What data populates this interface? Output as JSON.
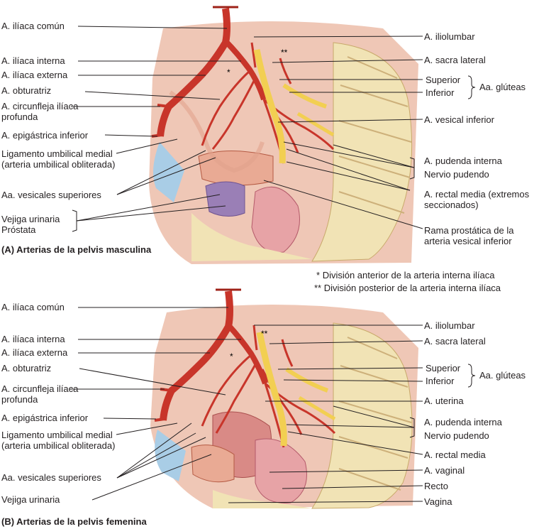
{
  "panel_a": {
    "caption": "(A) Arterias de la pelvis masculina",
    "left_labels": {
      "iliaca_comun": "A. ilíaca común",
      "iliaca_interna": "A. ilíaca interna",
      "iliaca_externa": "A. ilíaca externa",
      "obturatriz": "A. obturatriz",
      "circunfleja": "A. circunfleja ilíaca profunda",
      "epigastrica": "A. epigástrica inferior",
      "ligamento": "Ligamento umbilical medial (arteria umbilical obliterada)",
      "vesicales_sup": "Aa. vesicales superiores",
      "vejiga": "Vejiga urinaria",
      "prostata": "Próstata"
    },
    "right_labels": {
      "iliolumbar": "A. iliolumbar",
      "sacra_lateral": "A. sacra lateral",
      "superior": "Superior",
      "inferior": "Inferior",
      "gluteas": "Aa. glúteas",
      "vesical_inferior": "A. vesical inferior",
      "pudenda_interna": "A. pudenda interna",
      "nervio_pudendo": "Nervio pudendo",
      "rectal_media": "A. rectal media (extremos seccionados)",
      "rama_prostatica": "Rama prostática de la arteria vesical inferior"
    }
  },
  "legend": {
    "single_marker": "*",
    "single_text": "División anterior de la arteria interna ilíaca",
    "double_marker": "**",
    "double_text": "División posterior de la arteria interna ilíaca"
  },
  "panel_b": {
    "caption": "(B) Arterias de la pelvis femenina",
    "left_labels": {
      "iliaca_comun": "A. ilíaca común",
      "iliaca_interna": "A. ilíaca interna",
      "iliaca_externa": "A. ilíaca externa",
      "obturatriz": "A. obturatriz",
      "circunfleja": "A. circunfleja ilíaca profunda",
      "epigastrica": "A. epigástrica inferior",
      "ligamento": "Ligamento umbilical medial (arteria umbilical obliterada)",
      "vesicales_sup": "Aa. vesicales superiores",
      "vejiga": "Vejiga urinaria"
    },
    "right_labels": {
      "iliolumbar": "A. iliolumbar",
      "sacra_lateral": "A. sacra lateral",
      "superior": "Superior",
      "inferior": "Inferior",
      "gluteas": "Aa. glúteas",
      "uterina": "A. uterina",
      "pudenda_interna": "A. pudenda interna",
      "nervio_pudendo": "Nervio pudendo",
      "rectal_media": "A. rectal media",
      "vaginal": "A. vaginal",
      "recto": "Recto",
      "vagina": "Vagina"
    }
  },
  "colors": {
    "artery": "#c8352a",
    "artery_dark": "#9e2218",
    "nerve": "#f2cf52",
    "tissue": "#eab8a6",
    "bone": "#f1e3b5",
    "organ": "#e9aa94",
    "prostate": "#9a7fb6",
    "fascia": "#a9cde6",
    "line": "#231f20"
  }
}
